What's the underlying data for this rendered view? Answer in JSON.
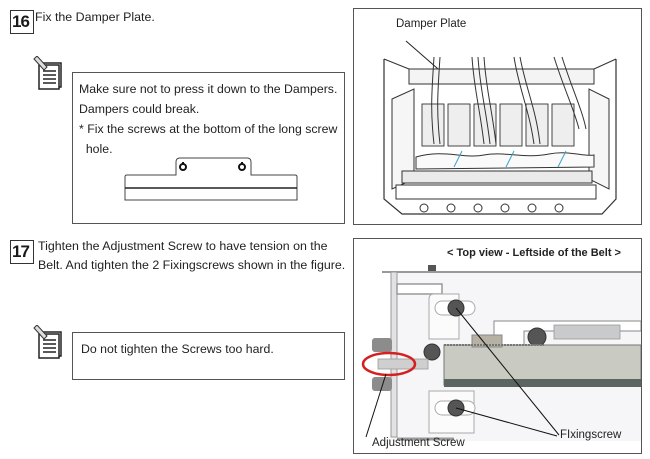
{
  "step16": {
    "number": "16",
    "instruction": "Fix the Damper Plate.",
    "note_icon": "memo-note-icon",
    "note_lines": [
      "Make sure not to press it down to the Dampers.",
      "Dampers could break.",
      "* Fix the screws at the bottom of the long screw",
      "  hole."
    ],
    "figure": {
      "label": "Damper Plate"
    }
  },
  "step17": {
    "number": "17",
    "instruction_lines": [
      "Tighten the Adjustment Screw to have tension on the",
      "Belt. And tighten the 2 Fixingscrews shown in the figure."
    ],
    "note_icon": "memo-note-icon",
    "note_lines": [
      "Do not tighten the Screws too hard."
    ],
    "figure": {
      "title": "< Top view   - Leftside of the Belt >",
      "label_adjustment": "Adjustment Screw",
      "label_fixing": "FIxingscrew",
      "highlight_color": "#d42020"
    }
  }
}
